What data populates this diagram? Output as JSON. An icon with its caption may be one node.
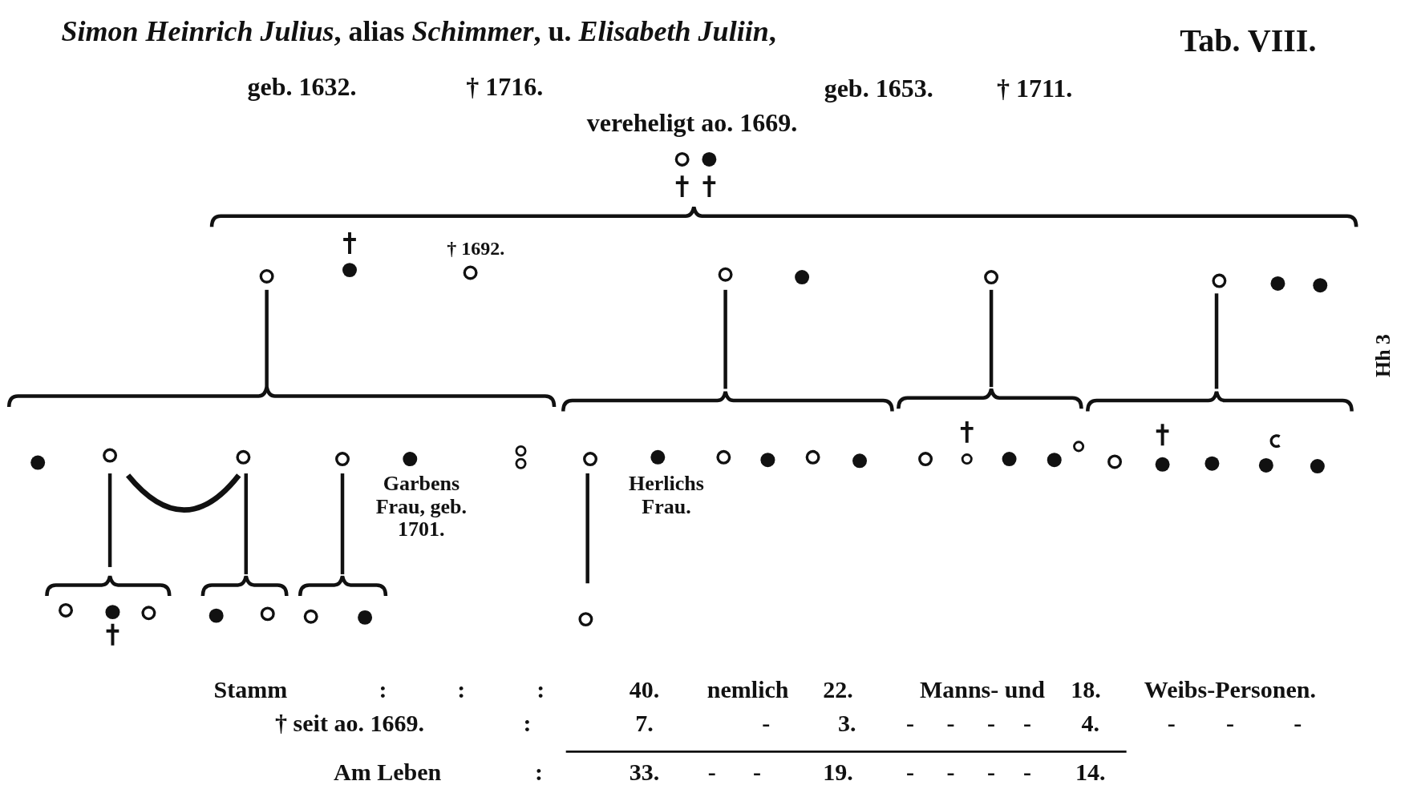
{
  "diagram": {
    "title": "*Simon Heinrich Julius*, alias *Schimmer*, u. *Elisabeth Juliin*,",
    "labels": [
      "Tab. VIII.",
      "geb. 1632.",
      "† 1716.",
      "geb. 1653.",
      "† 1711.",
      "vereheligt ao. 1669.",
      "† 1692.",
      "Garbens Frau, geb. 1701.",
      "Herlichs Frau.",
      "Hh 3",
      "Stamm",
      ":",
      ":",
      ":",
      "40.",
      "nemlich",
      "22.",
      "Manns- und",
      "18.",
      "Weibs-Personen.",
      "† seit ao. 1669.",
      ":",
      "7.",
      "-",
      "3.",
      "-",
      "-",
      "-",
      "-",
      "4.",
      "-",
      "-",
      "-",
      "Am Leben",
      ":",
      "33.",
      "-",
      "-",
      "19.",
      "-",
      "-",
      "-",
      "-",
      "14."
    ]
  }
}
